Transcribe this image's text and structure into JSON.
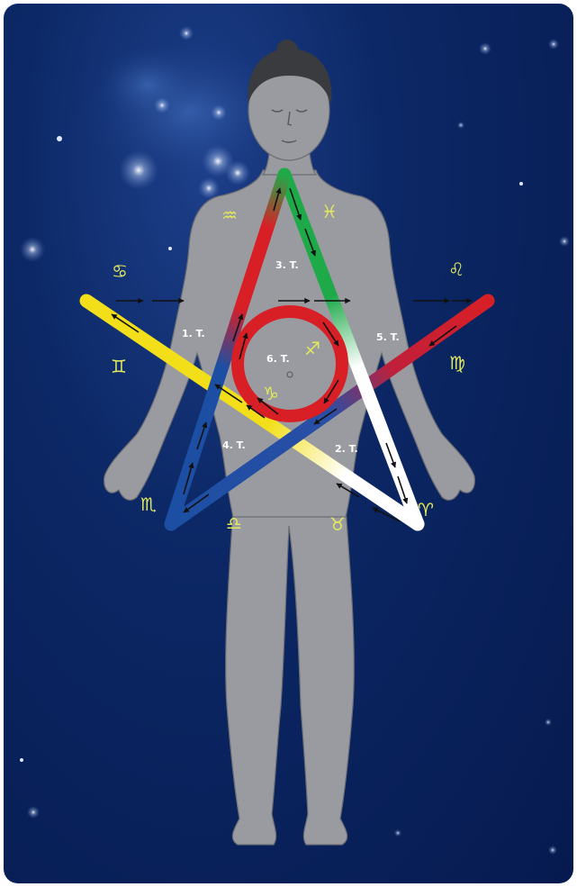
{
  "labels": {
    "t1": "1. T.",
    "t2": "2. T.",
    "t3": "3. T.",
    "t4": "4. T.",
    "t5": "5. T.",
    "t6": "6. T."
  },
  "zodiac": {
    "aquarius": "♒",
    "pisces": "♓",
    "cancer": "♋",
    "leo": "♌",
    "gemini": "♊",
    "virgo": "♍",
    "sagittarius": "♐",
    "capricorn": "♑",
    "scorpio": "♏",
    "libra": "♎",
    "taurus": "♉",
    "aries": "♈"
  },
  "colors": {
    "background": "#0a2360",
    "body": "#9a9ba0",
    "yellow": "#f2df1a",
    "red": "#d81f26",
    "green": "#1faa4a",
    "blue": "#1c4fa3",
    "white": "#ffffff",
    "glyph": "#e3ea5c"
  }
}
